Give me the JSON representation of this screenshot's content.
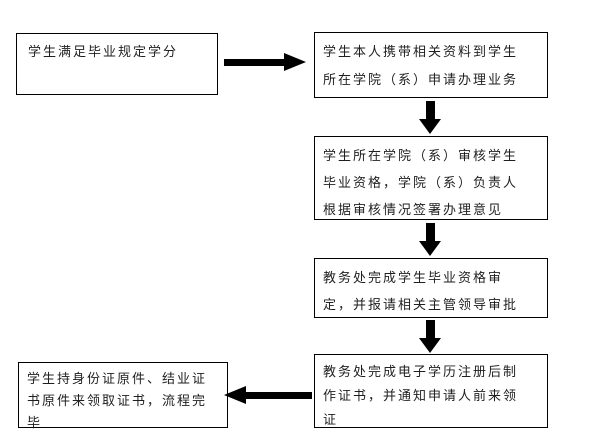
{
  "flowchart": {
    "colors": {
      "background": "#ffffff",
      "line": "#000000",
      "text": "#1f1f1f"
    },
    "nodes": [
      {
        "id": "credits-met",
        "lines": [
          "学生满足毕业规定学分"
        ]
      },
      {
        "id": "apply-at-college",
        "lines": [
          "学生本人携带相关资料到学生",
          "所在学院（系）申请办理业务"
        ]
      },
      {
        "id": "college-review",
        "lines": [
          "学生所在学院（系）审核学生",
          "毕业资格，学院（系）负责人",
          "根据审核情况签署办理意见"
        ]
      },
      {
        "id": "office-approval",
        "lines": [
          "教务处完成学生毕业资格审",
          "定，并报请相关主管领导审批"
        ]
      },
      {
        "id": "make-certificate",
        "lines": [
          "教务处完成电子学历注册后制",
          "作证书，并通知申请人前来领",
          "证"
        ]
      },
      {
        "id": "collect-certificate",
        "lines": [
          "学生持身份证原件、结业证",
          "书原件来领取证书，流程完",
          "毕"
        ]
      }
    ],
    "connections": [
      {
        "from": "credits-met",
        "to": "apply-at-college",
        "direction": "right"
      },
      {
        "from": "apply-at-college",
        "to": "college-review",
        "direction": "down"
      },
      {
        "from": "college-review",
        "to": "office-approval",
        "direction": "down"
      },
      {
        "from": "office-approval",
        "to": "make-certificate",
        "direction": "down"
      },
      {
        "from": "make-certificate",
        "to": "collect-certificate",
        "direction": "left"
      }
    ]
  }
}
